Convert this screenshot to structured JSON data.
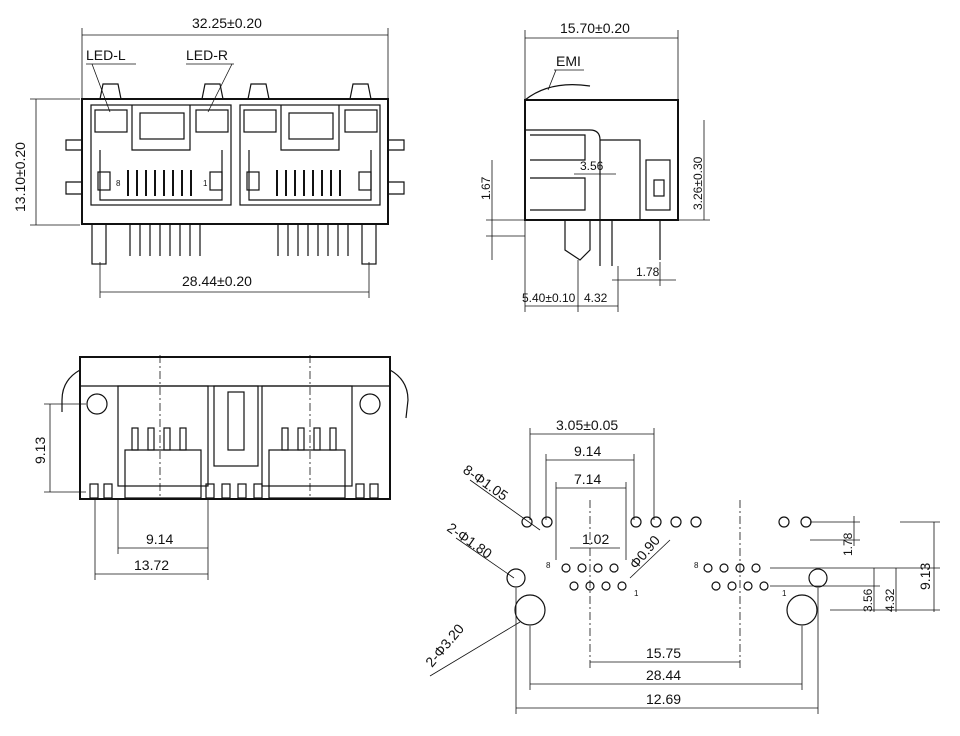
{
  "front_view": {
    "width_dim": "32.25±0.20",
    "height_dim": "13.10±0.20",
    "pin_span_dim": "28.44±0.20",
    "led_left": "LED-L",
    "led_right": "LED-R",
    "pin_8": "8",
    "pin_1": "1"
  },
  "side_view": {
    "depth_dim": "15.70±0.20",
    "emi": "EMI",
    "dim_356": "3.56",
    "dim_167": "1.67",
    "dim_326": "3.26±0.30",
    "dim_178": "1.78",
    "dim_540": "5.40±0.10",
    "dim_432": "4.32"
  },
  "bottom_view": {
    "height_dim": "9.13",
    "pitch_dim": "9.14",
    "span_dim": "13.72"
  },
  "footprint": {
    "dim_305": "3.05±0.05",
    "dim_914": "9.14",
    "dim_714": "7.14",
    "dim_102": "1.02",
    "hole_105": "8-Φ1.05",
    "hole_180": "2-Φ1.80",
    "hole_090": "Φ0.90",
    "hole_320": "2-Φ3.20",
    "dim_1575": "15.75",
    "dim_2844": "28.44",
    "dim_1269": "12.69",
    "dim_178": "1.78",
    "dim_913": "9.13",
    "dim_356": "3.56",
    "dim_432": "4.32",
    "pin_8a": "8",
    "pin_1a": "1",
    "pin_8b": "8",
    "pin_1b": "1"
  }
}
